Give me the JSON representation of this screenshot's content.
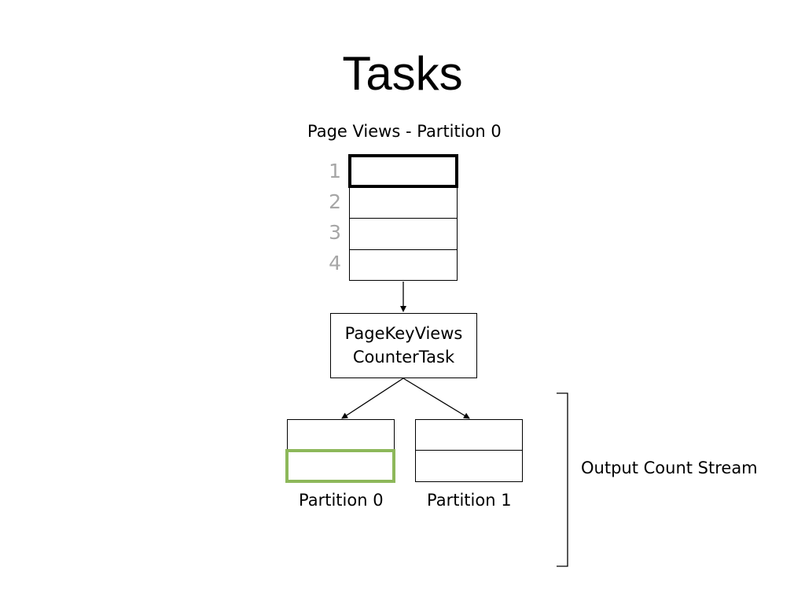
{
  "title": "Tasks",
  "input_stream": {
    "label": "Page Views - Partition 0",
    "rows": [
      "1",
      "2",
      "3",
      "4"
    ]
  },
  "task": {
    "line1": "PageKeyViews",
    "line2": "CounterTask"
  },
  "output": {
    "partitions": [
      {
        "label": "Partition 0"
      },
      {
        "label": "Partition 1"
      }
    ],
    "stream_label": "Output Count Stream"
  },
  "colors": {
    "highlight_current": "#000000",
    "highlight_written": "#8db85a",
    "row_numbers": "#a6a6a6"
  }
}
